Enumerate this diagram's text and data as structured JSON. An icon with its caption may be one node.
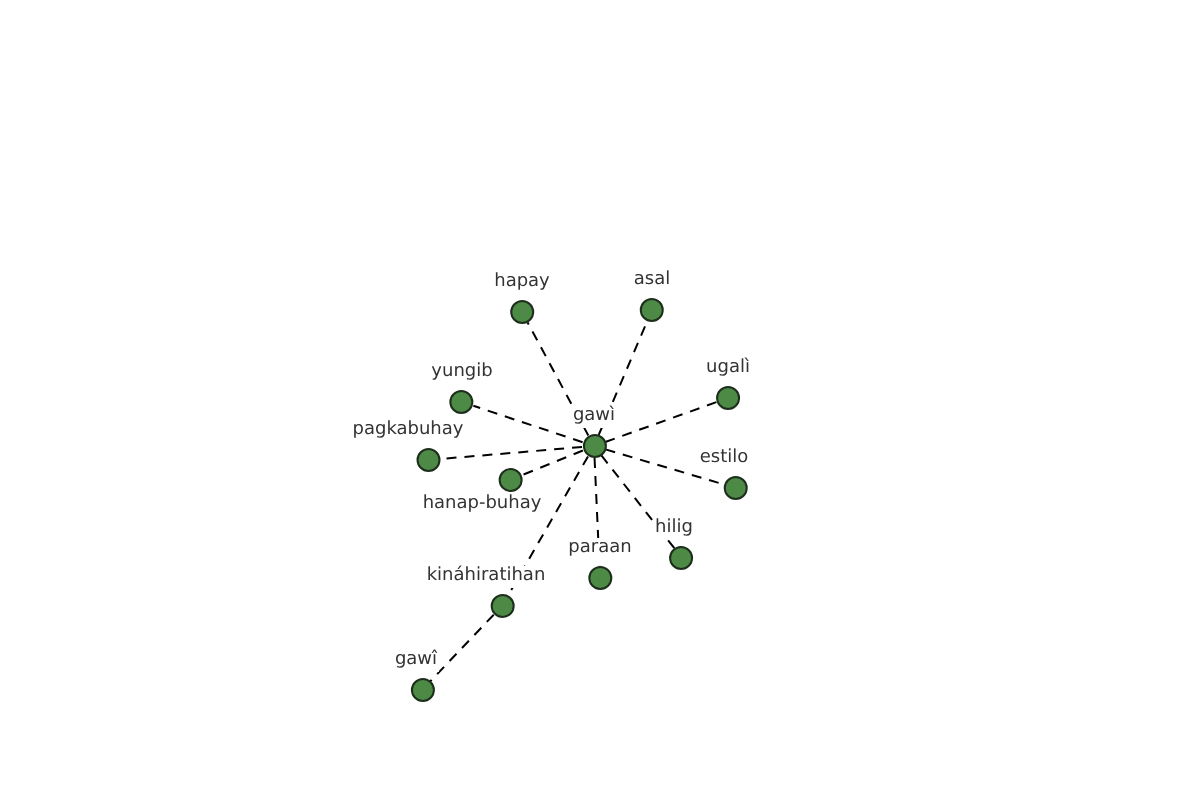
{
  "diagram": {
    "nodes": [
      {
        "text": [
          "gawì"
        ]
      },
      {
        "text": [
          "hapay"
        ]
      },
      {
        "text": [
          "asal"
        ]
      },
      {
        "text": [
          "yungib"
        ]
      },
      {
        "text": [
          "ugalì"
        ]
      },
      {
        "text": [
          "pagkabuhay"
        ]
      },
      {
        "text": [
          "hanap-buhay"
        ]
      },
      {
        "text": [
          "estilo"
        ]
      },
      {
        "text": [
          "hilig"
        ]
      },
      {
        "text": [
          "paraan"
        ]
      },
      {
        "text": [
          "kináhiratihan"
        ]
      },
      {
        "text": [
          "gawî"
        ]
      }
    ],
    "edges": [
      {
        "from": 0,
        "to": 1,
        "arrow": "none",
        "style": "dashed"
      },
      {
        "from": 0,
        "to": 2,
        "arrow": "none",
        "style": "dashed"
      },
      {
        "from": 0,
        "to": 3,
        "arrow": "none",
        "style": "dashed"
      },
      {
        "from": 0,
        "to": 4,
        "arrow": "none",
        "style": "dashed"
      },
      {
        "from": 0,
        "to": 5,
        "arrow": "none",
        "style": "dashed"
      },
      {
        "from": 0,
        "to": 6,
        "arrow": "none",
        "style": "dashed"
      },
      {
        "from": 0,
        "to": 7,
        "arrow": "none",
        "style": "dashed"
      },
      {
        "from": 0,
        "to": 8,
        "arrow": "none",
        "style": "dashed"
      },
      {
        "from": 0,
        "to": 9,
        "arrow": "none",
        "style": "dashed"
      },
      {
        "from": 0,
        "to": 10,
        "arrow": "none",
        "style": "dashed"
      },
      {
        "from": 10,
        "to": 11,
        "arrow": "none",
        "style": "dashed"
      }
    ]
  }
}
